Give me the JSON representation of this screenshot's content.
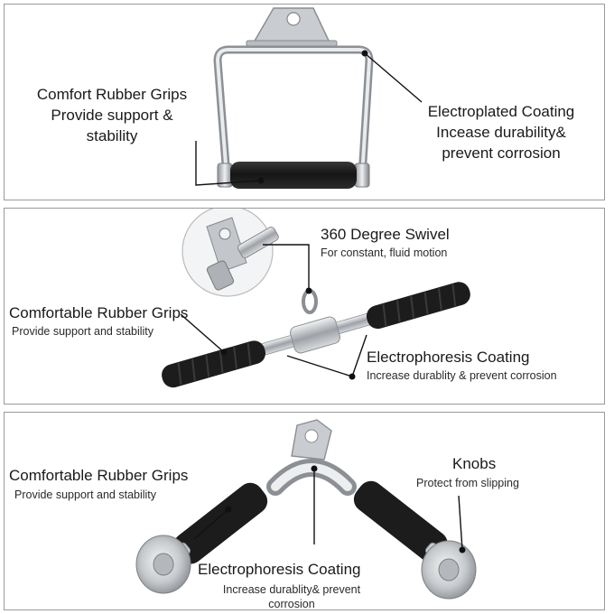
{
  "panel_1": {
    "grip_title_line1": "Comfort Rubber Grips",
    "grip_title_line2": "Provide support &",
    "grip_title_line3": "stability",
    "coating_title_line1": "Electroplated Coating",
    "coating_title_line2": "Incease durability&",
    "coating_title_line3": "prevent corrosion"
  },
  "panel_2": {
    "swivel_title": "360 Degree Swivel",
    "swivel_desc": "For constant, fluid motion",
    "grip_title": "Comfortable Rubber Grips",
    "grip_desc": "Provide support and stability",
    "coating_title": "Electrophoresis Coating",
    "coating_desc": "Increase durablity & prevent corrosion"
  },
  "panel_3": {
    "grip_title": "Comfortable Rubber Grips",
    "grip_desc": "Provide support and stability",
    "knobs_title": "Knobs",
    "knobs_desc": "Protect from slipping",
    "coating_title": "Electrophoresis Coating",
    "coating_desc_line1": "Increase durablity& prevent",
    "coating_desc_line2": "corrosion"
  },
  "colors": {
    "panel_border": "#9a9a9a",
    "chrome": "#c8ccd0",
    "rubber": "#1c1c1c",
    "callout_line": "#111111"
  }
}
